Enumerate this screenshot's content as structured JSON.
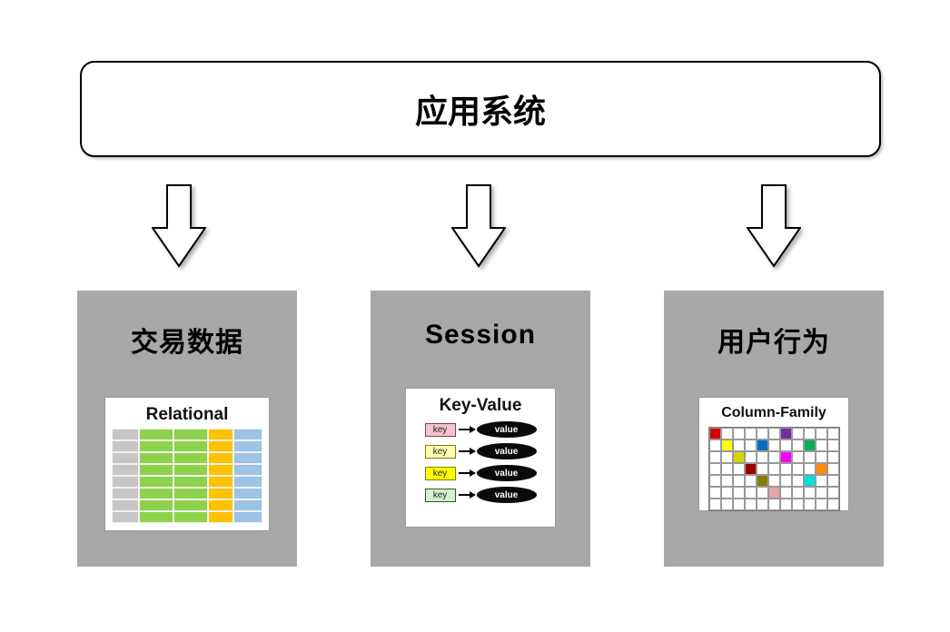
{
  "header": {
    "title": "应用系统"
  },
  "columns": [
    {
      "label": "交易数据",
      "image": {
        "type": "relational",
        "title": "Relational",
        "rows": 8,
        "cols": [
          {
            "color": "#c6c6c6",
            "width": 30
          },
          {
            "color": "#8cd24a",
            "width": 38
          },
          {
            "color": "#8cd24a",
            "width": 38
          },
          {
            "color": "#ffc000",
            "width": 28
          },
          {
            "color": "#9dc3e6",
            "width": 32
          }
        ]
      }
    },
    {
      "label": "Session",
      "image": {
        "type": "keyvalue",
        "title": "Key-Value",
        "key_label": "key",
        "value_label": "value",
        "rows": [
          {
            "key_bg": "#f2c4cd",
            "key_border": "#8b3a49"
          },
          {
            "key_bg": "#ffffb3",
            "key_border": "#7f7f00"
          },
          {
            "key_bg": "#ffff00",
            "key_border": "#7f7f00"
          },
          {
            "key_bg": "#d6efce",
            "key_border": "#375623"
          }
        ]
      }
    },
    {
      "label": "用户行为",
      "image": {
        "type": "columnfamily",
        "title": "Column-Family",
        "grid": {
          "rows": 7,
          "cols": 11
        },
        "cells": [
          [
            0,
            0,
            "#d40000"
          ],
          [
            0,
            6,
            "#7030a0"
          ],
          [
            1,
            1,
            "#ffff00"
          ],
          [
            1,
            4,
            "#0070c0"
          ],
          [
            1,
            8,
            "#00b050"
          ],
          [
            2,
            2,
            "#d6d600"
          ],
          [
            2,
            6,
            "#ff00ff"
          ],
          [
            3,
            3,
            "#9a0000"
          ],
          [
            3,
            9,
            "#ff8c00"
          ],
          [
            4,
            4,
            "#808000"
          ],
          [
            4,
            8,
            "#00dede"
          ],
          [
            5,
            5,
            "#e3a6a6"
          ]
        ]
      }
    }
  ],
  "colors": {
    "panel_gray": "#a8a8a8",
    "accent_black": "#000000"
  }
}
